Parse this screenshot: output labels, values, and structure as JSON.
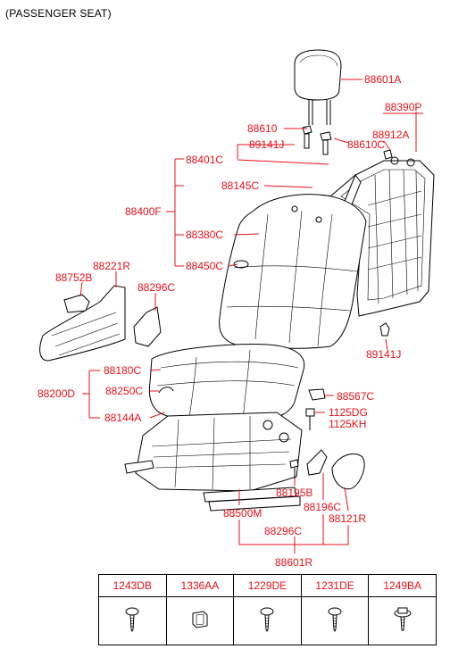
{
  "title": "(PASSENGER SEAT)",
  "labels": {
    "p88601A": "88601A",
    "p88390P": "88390P",
    "p88610": "88610",
    "p88912A": "88912A",
    "p89141J_top": "89141J",
    "p88610C": "88610C",
    "p88401C": "88401C",
    "p88145C": "88145C",
    "p88400F": "88400F",
    "p88380C": "88380C",
    "p88450C": "88450C",
    "p88752B": "88752B",
    "p88221R": "88221R",
    "p88296C_top": "88296C",
    "p89141J_bottom": "89141J",
    "p88180C": "88180C",
    "p88200D": "88200D",
    "p88250C": "88250C",
    "p88144A": "88144A",
    "p88567C": "88567C",
    "p1125DG": "1125DG",
    "p1125KH": "1125KH",
    "p88195B": "88195B",
    "p88196C": "88196C",
    "p88121R": "88121R",
    "p88500M": "88500M",
    "p88296C_bottom": "88296C",
    "p88601R": "88601R"
  },
  "fastener_table": {
    "headers": [
      "1243DB",
      "1336AA",
      "1229DE",
      "1231DE",
      "1249BA"
    ],
    "icons": [
      "screw-icon",
      "clip-nut-icon",
      "screw-icon",
      "screw-icon",
      "flange-bolt-icon"
    ]
  },
  "colors": {
    "label": "#e8101a",
    "line": "#e8101a",
    "drawing": "#000000"
  }
}
